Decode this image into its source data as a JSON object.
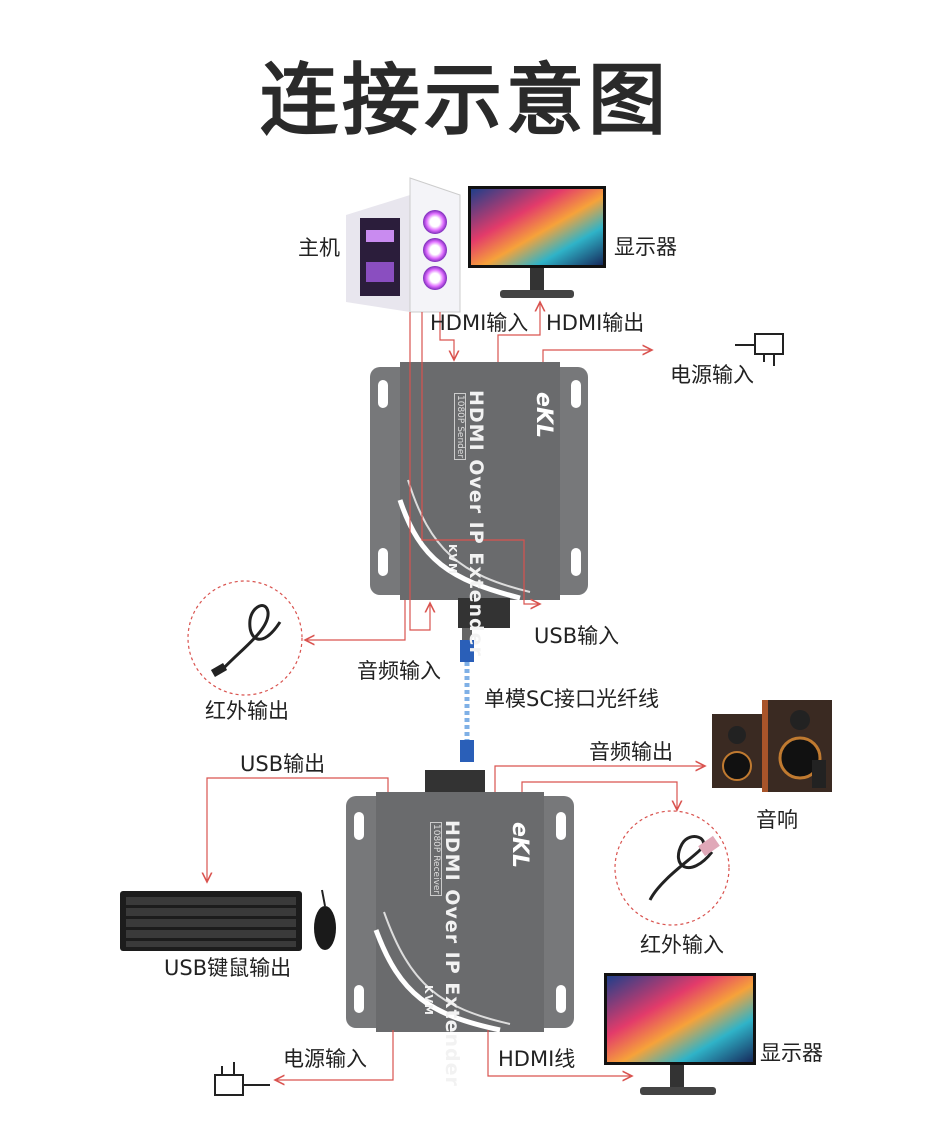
{
  "title": "连接示意图",
  "labels": {
    "host": "主机",
    "display_top": "显示器",
    "hdmi_in": "HDMI输入",
    "hdmi_out": "HDMI输出",
    "power_in_top": "电源输入",
    "usb_in": "USB输入",
    "audio_in": "音频输入",
    "ir_out": "红外输出",
    "fiber_cable": "单模SC接口光纤线",
    "usb_out": "USB输出",
    "audio_out": "音频输出",
    "speaker": "音响",
    "ir_in": "红外输入",
    "usb_kbm_out": "USB键鼠输出",
    "power_in_bottom": "电源输入",
    "hdmi_cable": "HDMI线",
    "display_bottom": "显示器"
  },
  "devices": {
    "sender": {
      "brand": "eKL",
      "name": "HDMI Over IP Extender",
      "sub": "KVM",
      "model": "1080P Sender"
    },
    "receiver": {
      "brand": "eKL",
      "name": "HDMI Over IP Extender",
      "sub": "KVM",
      "model": "1080P Receiver"
    }
  },
  "colors": {
    "wire": "#d9534f",
    "device": "#6d6e70",
    "circle": "#d9534f"
  }
}
